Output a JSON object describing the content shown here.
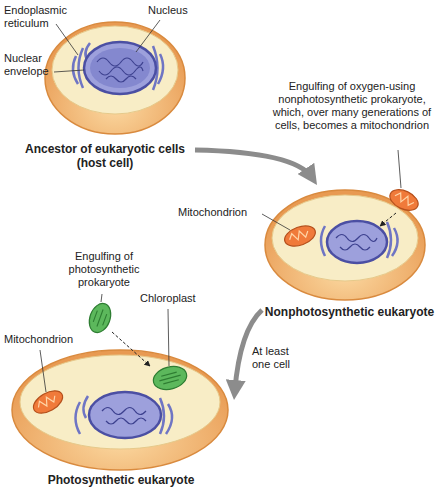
{
  "diagram": {
    "nodes": [
      {
        "text": [
          "Ancestor of eukaryotic cells (host cell)"
        ]
      },
      {
        "text": [
          "Nonphotosynthetic eukaryote"
        ]
      },
      {
        "text": [
          "Photosynthetic eukaryote"
        ]
      }
    ],
    "edges": [
      {
        "from": 0,
        "to": 1,
        "arrow": "to"
      },
      {
        "from": 1,
        "to": 2,
        "label": "At least one cell",
        "arrow": "to"
      }
    ],
    "labels": [
      "Endoplasmic reticulum",
      "Nucleus",
      "Nuclear envelope",
      "Engulfing of oxygen-using nonphotosynthetic prokaryote, which, over many generations of cells, becomes a mitochondrion",
      "Mitochondrion",
      "Engulfing of photosynthetic prokaryote",
      "Chloroplast",
      "Mitochondrion"
    ]
  }
}
